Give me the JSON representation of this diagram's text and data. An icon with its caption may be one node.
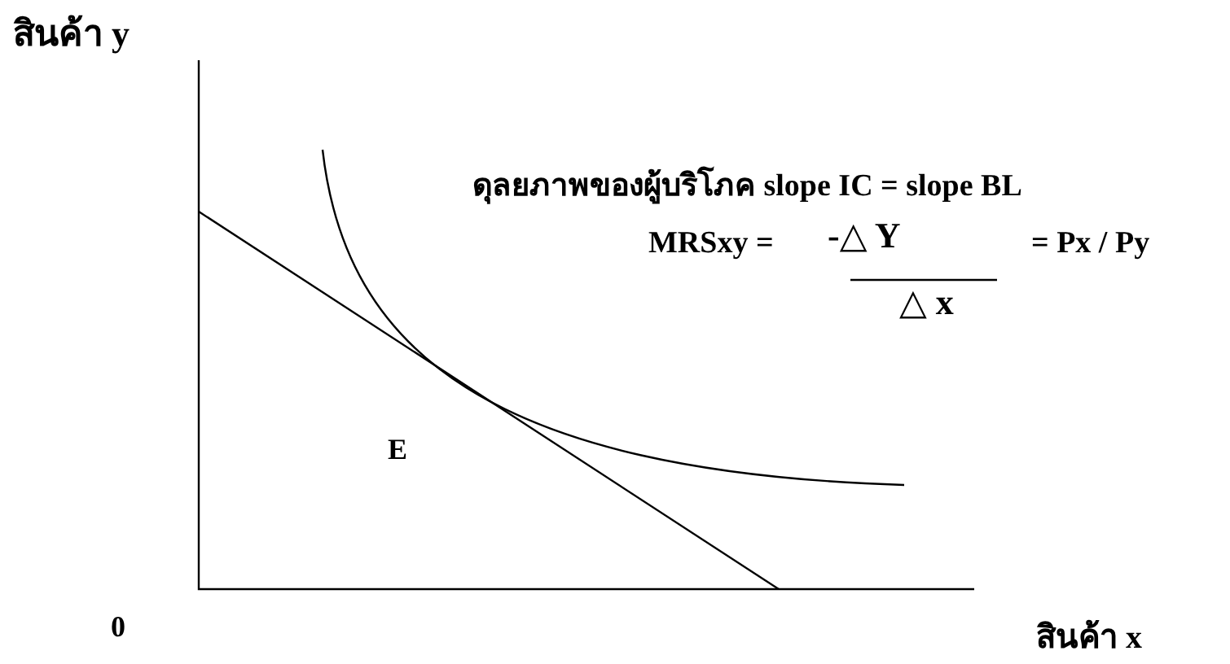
{
  "diagram": {
    "labels": [
      "สินค้า y",
      "ดุลยภาพของผู้บริโภค slope IC = slope BL",
      "MRSxy =",
      "-△ Y",
      "△ x",
      "= Px / Py",
      "E",
      "0",
      "สินค้า x"
    ]
  }
}
